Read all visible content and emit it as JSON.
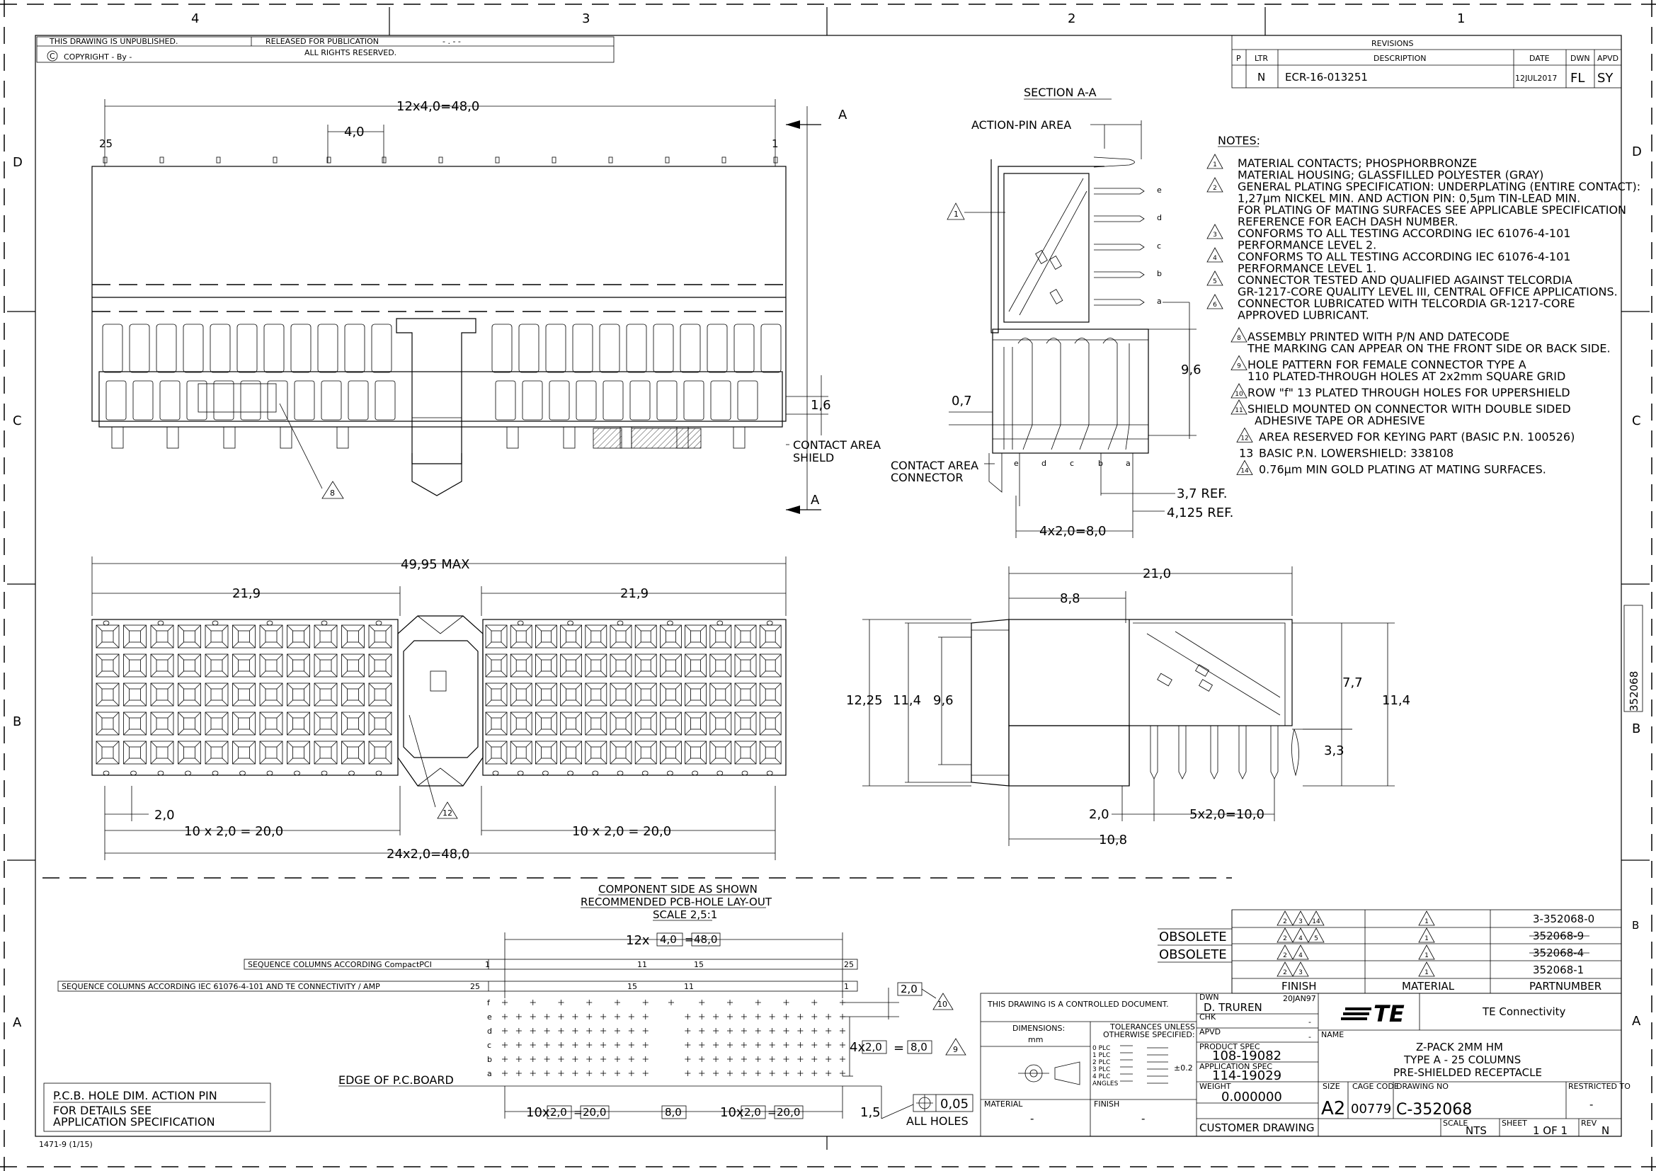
{
  "zones": {
    "cols": [
      "4",
      "3",
      "2",
      "1"
    ],
    "rows": [
      "D",
      "C",
      "B",
      "A"
    ]
  },
  "legal": {
    "unpublished": "THIS DRAWING IS UNPUBLISHED.",
    "released": "RELEASED FOR PUBLICATION",
    "released_val": "- . -   -",
    "copyright": "COPYRIGHT  -    By -",
    "rights": "ALL RIGHTS RESERVED."
  },
  "revisions": {
    "title": "REVISIONS",
    "headers": {
      "p": "P",
      "ltr": "LTR",
      "desc": "DESCRIPTION",
      "date": "DATE",
      "dwn": "DWN",
      "apvd": "APVD"
    },
    "row": {
      "ltr": "N",
      "desc": "ECR-16-013251",
      "date": "12JUL2017",
      "dwn": "FL",
      "apvd": "SY"
    }
  },
  "top_view": {
    "dim_overall": "12x4,0=48,0",
    "dim_pitch": "4,0",
    "pin_first": "25",
    "pin_last": "1",
    "section_mark": "A",
    "dim_side": "1,6",
    "contact_area_shield": [
      "CONTACT  AREA",
      "SHIELD"
    ],
    "flag": "8"
  },
  "section": {
    "title": "SECTION  A-A",
    "action_pin": "ACTION-PIN  AREA",
    "rows": [
      "e",
      "d",
      "c",
      "b",
      "a"
    ],
    "bottom_rows": [
      "e",
      "d",
      "c",
      "b",
      "a"
    ],
    "dim_96": "9,6",
    "dim_07": "0,7",
    "contact_area_connector": [
      "CONTACT  AREA",
      "CONNECTOR"
    ],
    "dim_37": "3,7  REF.",
    "dim_4125": "4,125  REF.",
    "dim_pitch": "4x2,0=8,0",
    "flag": "1"
  },
  "notes": {
    "title": "NOTES:",
    "lines": [
      {
        "flag": "1",
        "text": "MATERIAL CONTACTS; PHOSPHORBRONZE"
      },
      {
        "flag": "",
        "text": "MATERIAL HOUSING; GLASSFILLED POLYESTER (GRAY)"
      },
      {
        "flag": "2",
        "text": "GENERAL PLATING SPECIFICATION: UNDERPLATING (ENTIRE CONTACT):"
      },
      {
        "flag": "",
        "text": "1,27µm NICKEL MIN. AND ACTION PIN: 0,5µm TIN-LEAD MIN."
      },
      {
        "flag": "",
        "text": "FOR PLATING OF MATING SURFACES SEE APPLICABLE SPECIFICATION"
      },
      {
        "flag": "",
        "text": "      REFERENCE FOR EACH DASH NUMBER."
      },
      {
        "flag": "3",
        "text": "CONFORMS TO ALL TESTING ACCORDING IEC 61076-4-101"
      },
      {
        "flag": "",
        "text": "PERFORMANCE LEVEL 2."
      },
      {
        "flag": "4",
        "text": " CONFORMS TO ALL TESTING ACCORDING IEC 61076-4-101"
      },
      {
        "flag": "",
        "text": " PERFORMANCE LEVEL 1."
      },
      {
        "flag": "5",
        "text": " CONNECTOR TESTED AND QUALIFIED AGAINST TELCORDIA"
      },
      {
        "flag": "",
        "text": " GR-1217-CORE QUALITY LEVEL III, CENTRAL OFFICE APPLICATIONS."
      },
      {
        "flag": "6",
        "text": "CONNECTOR LUBRICATED WITH TELCORDIA GR-1217-CORE"
      },
      {
        "flag": "",
        "text": "APPROVED LUBRICANT."
      }
    ],
    "lines2": [
      {
        "flag": "8",
        "text": "ASSEMBLY PRINTED WITH P/N AND DATECODE"
      },
      {
        "flag": "",
        "text": "THE MARKING CAN APPEAR ON THE FRONT SIDE OR BACK SIDE."
      },
      {
        "flag": "9",
        "text": "HOLE PATTERN FOR FEMALE CONNECTOR TYPE A"
      },
      {
        "flag": "",
        "text": "110 PLATED-THROUGH HOLES AT 2x2mm SQUARE GRID"
      },
      {
        "flag": "10",
        "text": "ROW \"f\" 13 PLATED THROUGH HOLES FOR UPPERSHIELD"
      },
      {
        "flag": "11",
        "text": "SHIELD MOUNTED ON CONNECTOR WITH DOUBLE SIDED"
      },
      {
        "flag": "",
        "text": "ADHESIVE TAPE OR ADHESIVE"
      },
      {
        "flag": "12",
        "text": "AREA RESERVED FOR KEYING PART (BASIC P.N. 100526)"
      },
      {
        "flag": "13",
        "text": "BASIC P.N. LOWERSHIELD: 338108"
      },
      {
        "flag": "14",
        "text": "0.76µm MIN GOLD PLATING AT MATING SURFACES."
      }
    ],
    "plain13": "13"
  },
  "front_view": {
    "dim_max": "49,95  MAX",
    "dim_left": "21,9",
    "dim_right": "21,9",
    "dim_20": "2,0",
    "dim_seg_left": "10  x  2,0  =  20,0",
    "dim_seg_right": "10  x  2,0  =  20,0",
    "dim_total": "24x2,0=48,0",
    "flag": "12"
  },
  "side_view": {
    "dim_210": "21,0",
    "dim_88": "8,8",
    "dim_1225": "12,25",
    "dim_114a": "11,4",
    "dim_96": "9,6",
    "dim_77": "7,7",
    "dim_114b": "11,4",
    "dim_33": "3,3",
    "dim_20": "2,0",
    "dim_pitch": "5x2,0=10,0",
    "dim_108": "10,8"
  },
  "pcb": {
    "title": [
      "COMPONENT SIDE AS SHOWN",
      "RECOMMENDED PCB-HOLE LAY-OUT",
      "SCALE 2,5:1"
    ],
    "dim_top": "12x",
    "dim_top_box1": "4,0",
    "dim_top_box2": "48,0",
    "seq1": "SEQUENCE COLUMNS ACCORDING CompactPCI",
    "seq1_nums": [
      "1",
      "11",
      "15",
      "25"
    ],
    "seq2": "SEQUENCE COLUMNS ACCORDING IEC 61076-4-101 AND TE CONNECTIVITY / AMP",
    "seq2_nums": [
      "25",
      "15",
      "11",
      "1"
    ],
    "rows": [
      "f",
      "e",
      "d",
      "c",
      "b",
      "a"
    ],
    "dim_20": "2,0",
    "flag10": "10",
    "dim_4x": "4x",
    "box_20": "2,0",
    "eq": "=",
    "box_80": "8,0",
    "flag9": "9",
    "edge": "EDGE  OF  P.C.BOARD",
    "dim_b_10x": "10x",
    "dim_b_box1": "2,0",
    "dim_b_box2": "20,0",
    "dim_b_mid": "8,0",
    "dim_b_10x2": "10x",
    "dim_b_box3": "2,0",
    "dim_b_box4": "20,0",
    "dim_15": "1,5",
    "tol": "0,05",
    "all_holes": "ALL  HOLES"
  },
  "pcb_note": {
    "title": "P.C.B.  HOLE  DIM.  ACTION  PIN",
    "line1": "FOR  DETAILS  SEE",
    "line2": "APPLICATION  SPECIFICATION"
  },
  "variants": {
    "obsolete": [
      "OBSOLETE",
      "OBSOLETE"
    ],
    "rows": [
      {
        "finish": "2 3 14",
        "material": "1",
        "part": "3-352068-0",
        "struck": false
      },
      {
        "finish": "2 4 5",
        "material": "1",
        "part": "352068-9",
        "struck": true
      },
      {
        "finish": "2 4",
        "material": "1",
        "part": "352068-4",
        "struck": true
      },
      {
        "finish": "2 3",
        "material": "1",
        "part": "352068-1",
        "struck": false
      }
    ],
    "headers": {
      "finish": "FINISH",
      "material": "MATERIAL",
      "part": "PARTNUMBER"
    },
    "zone_b": "B"
  },
  "title_block": {
    "controlled": "THIS DRAWING IS A CONTROLLED DOCUMENT.",
    "dimensions": "DIMENSIONS:",
    "mm": "mm",
    "tolerances": [
      "TOLERANCES UNLESS",
      "OTHERWISE SPECIFIED:"
    ],
    "tol_rows": [
      "0 PLC",
      "1 PLC",
      "2 PLC",
      "3 PLC",
      "4 PLC",
      "ANGLES"
    ],
    "tol_pm": "±0.2",
    "material_lbl": "MATERIAL",
    "finish_lbl": "FINISH",
    "material_val": "-",
    "finish_val": "-",
    "dwn_lbl": "DWN",
    "dwn": "D. TRUREN",
    "dwn_date": "20JAN97",
    "chk_lbl": "CHK",
    "chk": "-",
    "apvd_lbl": "APVD",
    "apvd": "-",
    "product_spec_lbl": "PRODUCT SPEC",
    "product_spec": "108-19082",
    "app_spec_lbl": "APPLICATION SPEC",
    "app_spec": "114-19029",
    "weight_lbl": "WEIGHT",
    "weight": "0.000000",
    "customer": "CUSTOMER  DRAWING",
    "logo": "TE",
    "company": "TE  Connectivity",
    "name_lbl": "NAME",
    "name": [
      "Z-PACK  2MM  HM",
      "TYPE  A  -  25  COLUMNS",
      "PRE-SHIELDED  RECEPTACLE"
    ],
    "size_lbl": "SIZE",
    "size": "A2",
    "cage_lbl": "CAGE CODE",
    "cage": "00779",
    "dwgno_lbl": "DRAWING NO",
    "dwgno": "C-352068",
    "restricted_lbl": "RESTRICTED TO",
    "restricted": "-",
    "scale_lbl": "SCALE",
    "scale": "NTS",
    "sheet_lbl": "SHEET",
    "sheet": "1  OF  1",
    "rev_lbl": "REV",
    "rev": "N"
  },
  "side_tab": "352068",
  "form_no": "1471-9  (1/15)"
}
